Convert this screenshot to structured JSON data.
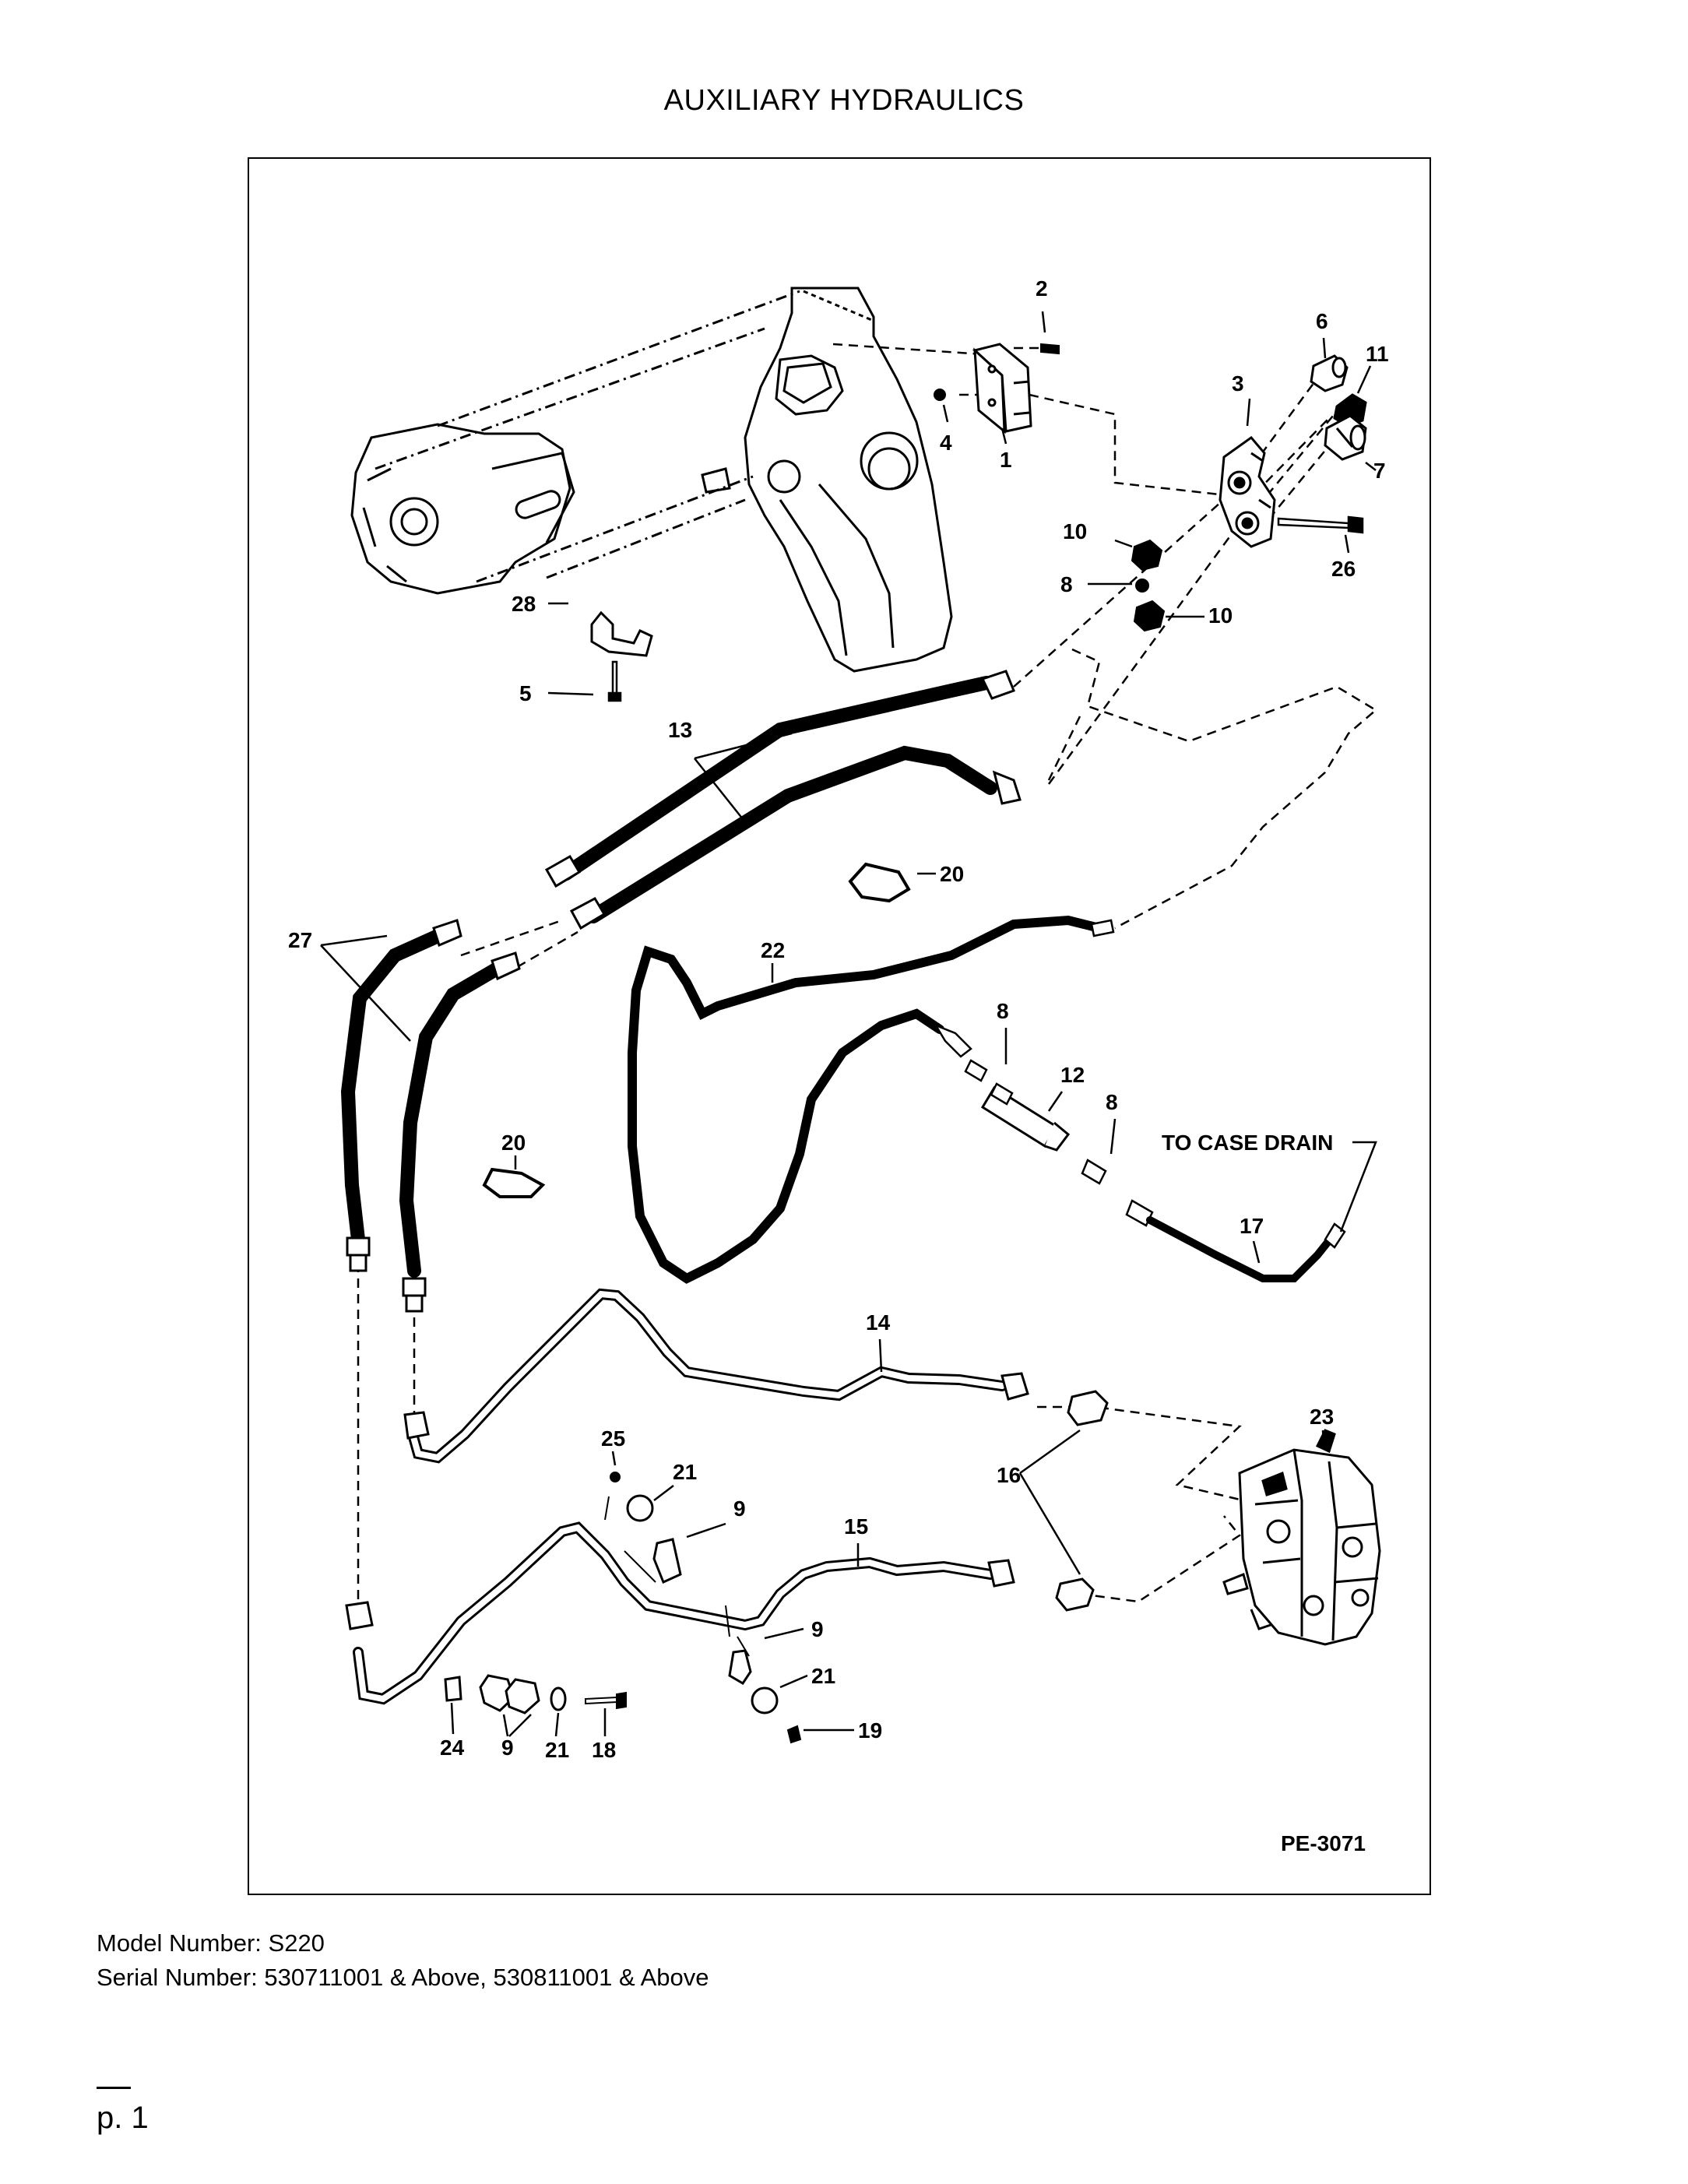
{
  "title": "AUXILIARY HYDRAULICS",
  "diagram": {
    "figure_code": "PE-3071",
    "case_drain_label": "TO CASE DRAIN",
    "callouts": {
      "c1": "1",
      "c2": "2",
      "c3": "3",
      "c4": "4",
      "c5": "5",
      "c6": "6",
      "c7": "7",
      "c8a": "8",
      "c8b": "8",
      "c8c": "8",
      "c9a": "9",
      "c9b": "9",
      "c9c": "9",
      "c10a": "10",
      "c10b": "10",
      "c11": "11",
      "c12": "12",
      "c13": "13",
      "c14": "14",
      "c15": "15",
      "c16": "16",
      "c17": "17",
      "c18": "18",
      "c19": "19",
      "c20a": "20",
      "c20b": "20",
      "c21a": "21",
      "c21b": "21",
      "c21c": "21",
      "c22": "22",
      "c23": "23",
      "c24": "24",
      "c25": "25",
      "c26": "26",
      "c27": "27",
      "c28": "28"
    }
  },
  "footer": {
    "model_number": "Model Number: S220",
    "serial_number": "Serial Number: 530711001 & Above, 530811001 & Above"
  },
  "page": {
    "number": "p. 1"
  }
}
